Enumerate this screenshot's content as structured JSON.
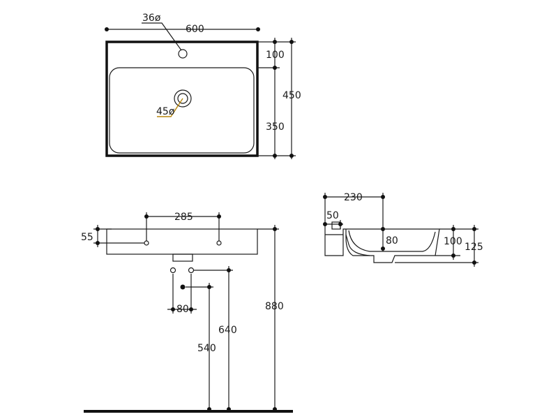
{
  "colors": {
    "ink": "#111111",
    "leader": "#b8860b",
    "background": "#ffffff"
  },
  "top_view": {
    "width_label": "600",
    "tap_hole_label": "36ø",
    "drain_label": "45ø",
    "back_depth_label": "100",
    "bowl_depth_label": "350",
    "total_depth_label": "450"
  },
  "front_view": {
    "fixing_spacing_label": "285",
    "fixing_height_label": "55",
    "supply_spacing_label": "80",
    "supply_height_label": "640",
    "waste_height_label": "540",
    "rim_height_label": "880"
  },
  "side_view": {
    "projection_label": "230",
    "wall_thickness_label": "50",
    "bowl_depth_label": "80",
    "inner_height_label": "100",
    "total_height_label": "125"
  }
}
